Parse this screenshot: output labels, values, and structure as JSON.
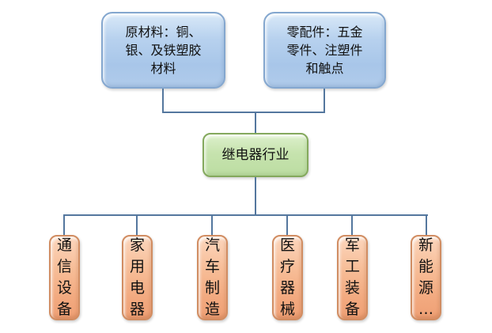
{
  "diagram": {
    "title": "relay-industry-chain-diagram",
    "colors": {
      "supplier_node_fill": "#aecbea",
      "supplier_node_border": "#84a7cf",
      "industry_node_fill": "#c6e3ae",
      "industry_node_border": "#84a95d",
      "application_node_fill": "#f7bd97",
      "application_node_border": "#d18d62",
      "connector_line": "#54779e",
      "background": "#ffffff",
      "text": "#111111"
    },
    "top_nodes": [
      {
        "id": "raw-materials",
        "label": "原材料：铜、\n银、及铁塑胶\n材料"
      },
      {
        "id": "parts",
        "label": "零配件：五金\n零件、注塑件\n和触点"
      }
    ],
    "center_node": {
      "id": "relay-industry",
      "label": "继电器行业"
    },
    "bottom_nodes": [
      {
        "id": "communication-equipment",
        "label": "通\n信\n设\n备"
      },
      {
        "id": "home-appliances",
        "label": "家\n用\n电\n器"
      },
      {
        "id": "auto-manufacturing",
        "label": "汽\n车\n制\n造"
      },
      {
        "id": "medical-devices",
        "label": "医\n疗\n器\n械"
      },
      {
        "id": "military-equipment",
        "label": "军\n工\n装\n备"
      },
      {
        "id": "new-energy",
        "label": "新\n能\n源\n…"
      }
    ]
  }
}
